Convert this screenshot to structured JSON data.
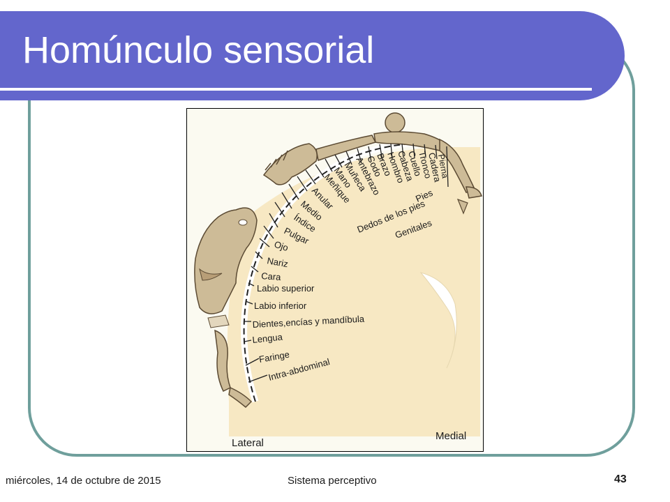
{
  "title": "Homúnculo sensorial",
  "footer": {
    "date": "miércoles, 14 de octubre de 2015",
    "center": "Sistema perceptivo",
    "page": "43"
  },
  "figure": {
    "labels": {
      "pierna": "Pierna",
      "cadera": "Cadera",
      "tronco": "Tronco",
      "cuello": "Cuello",
      "pies": "Pies",
      "cabeza": "Cabeza",
      "hombro": "Hombro",
      "brazo": "Brazo",
      "codo": "Codo",
      "antebrazo": "Antebrazo",
      "muneca": "Muñeca",
      "mano": "Mano",
      "menique": "Meñique",
      "anular": "Anular",
      "medio": "Medio",
      "indice": "Índice",
      "pulgar": "Pulgar",
      "ojo": "Ojo",
      "nariz": "Nariz",
      "cara": "Cara",
      "labio_superior": "Labio superior",
      "labio_inferior": "Labio inferior",
      "dientes": "Dientes,encías y mandíbula",
      "lengua": "Lengua",
      "faringe": "Faringe",
      "intra_abdominal": "Intra-abdominal",
      "dedos_pies": "Dedos de los pies",
      "genitales": "Genitales",
      "lateral": "Lateral",
      "medial": "Medial"
    }
  },
  "colors": {
    "title_bar": "#6366cc",
    "frame": "#6f9f9c",
    "brain_tissue": "#f7e7c0",
    "figure_skin": "#cdbb97"
  }
}
